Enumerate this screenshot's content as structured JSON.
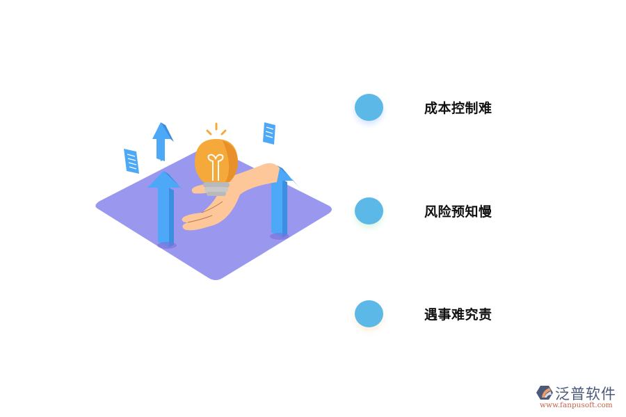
{
  "illustration": {
    "description": "isometric purple platform with blue up-arrows, hand holding orange light bulb, floating documents",
    "colors": {
      "platform": "#9a97ee",
      "arrow": "#4da9f7",
      "bulb": "#f6a93b",
      "hand": "#fdc79a",
      "document": "#4da9f7"
    }
  },
  "items": [
    {
      "label": "成本控制难"
    },
    {
      "label": "风险预知慢"
    },
    {
      "label": "遇事难究责"
    }
  ],
  "accent_color": "#5cb8e6",
  "logo": {
    "name": "泛普软件",
    "url": "www.fanpusoft.com"
  }
}
